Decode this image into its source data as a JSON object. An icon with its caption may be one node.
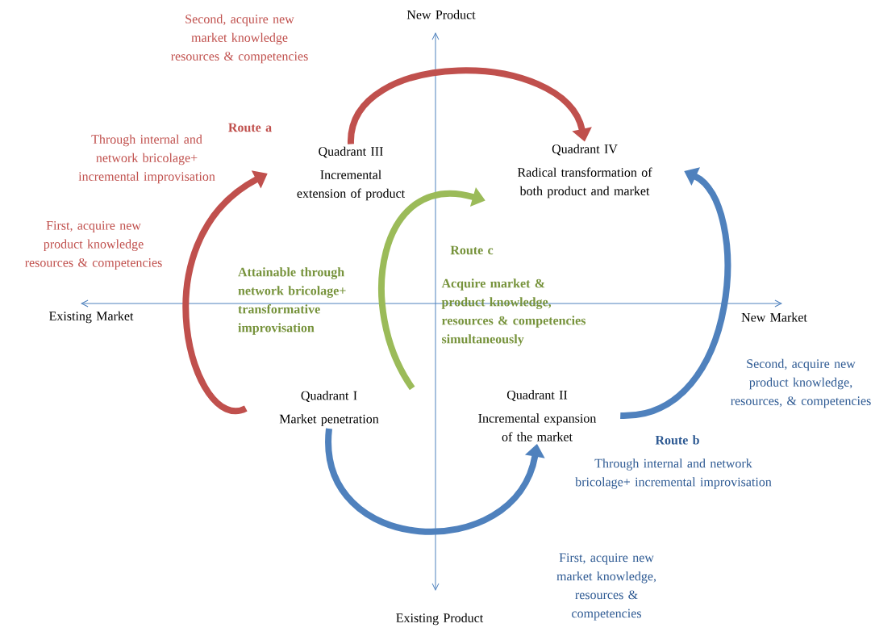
{
  "diagram": {
    "nodes": [
      {
        "text": [
          "Quadrant I",
          "Market penetration"
        ]
      },
      {
        "text": [
          "Quadrant II",
          "Incremental expansion of the market"
        ]
      },
      {
        "text": [
          "Quadrant III",
          "Incremental extension of product"
        ]
      },
      {
        "text": [
          "Quadrant IV",
          "Radical transformation of both product and market"
        ]
      }
    ],
    "edges": [
      {
        "from": 0,
        "to": 2,
        "arrow": "to",
        "color": "#c0504d"
      },
      {
        "from": 2,
        "to": 3,
        "arrow": "to",
        "color": "#c0504d"
      },
      {
        "from": 0,
        "to": 1,
        "arrow": "to",
        "color": "#4f81bd"
      },
      {
        "from": 1,
        "to": 3,
        "arrow": "to",
        "color": "#4f81bd"
      },
      {
        "from": 0,
        "to": 3,
        "arrow": "to",
        "color": "#9bbb59"
      }
    ],
    "labels": [
      "Second, acquire new market knowledge resources & competencies",
      "New Product",
      "Route a",
      "Through internal and network bricolage+ incremental improvisation",
      "First, acquire new product knowledge resources & competencies",
      "Route c",
      "Attainable through network bricolage+ transformative improvisation",
      "Acquire market & product knowledge, resources & competencies simultaneously",
      "Existing Market",
      "New Market",
      "Second, acquire new product knowledge, resources, & competencies",
      "Route b",
      "Through internal and network bricolage+ incremental improvisation",
      "First, acquire new market knowledge, resources & competencies",
      "Existing  Product"
    ]
  }
}
